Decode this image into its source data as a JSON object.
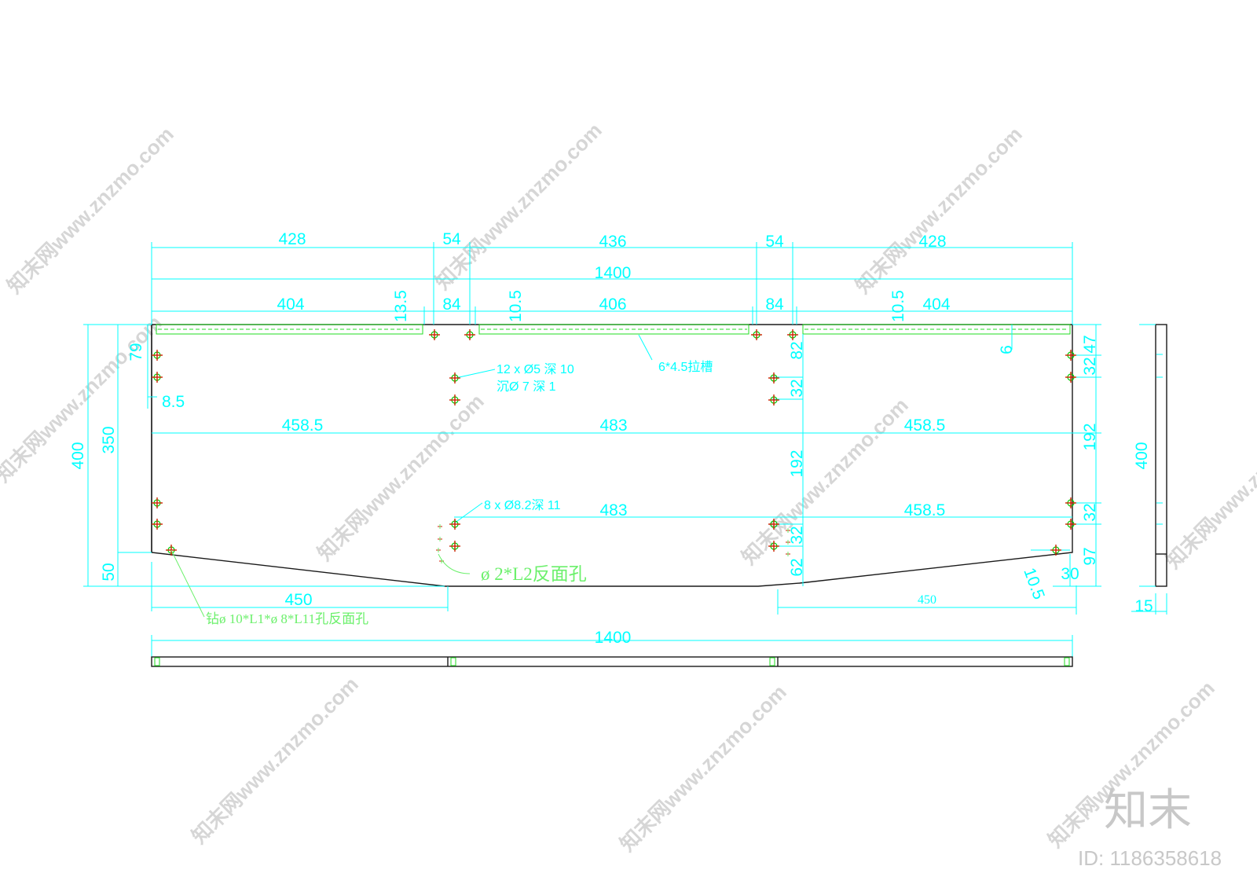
{
  "watermark": {
    "text": "知末网www.znzmo.com"
  },
  "brand": {
    "logo": "知末",
    "id": "ID: 1186358618"
  },
  "top_dims": {
    "d428a": "428",
    "d54a": "54",
    "d436": "436",
    "d54b": "54",
    "d428b": "428",
    "total": "1400",
    "d404a": "404",
    "d84a": "84",
    "d406": "406",
    "d84b": "84",
    "d404b": "404",
    "d13_5": "13.5",
    "d10_5a": "10.5",
    "d10_5b": "10.5"
  },
  "left_dims": {
    "d400": "400",
    "d350": "350",
    "d79": "79",
    "d50": "50",
    "d8_5": "8.5"
  },
  "mid_dims": {
    "d458_5a": "458.5",
    "d483a": "483",
    "d458_5b": "458.5",
    "d483b": "483",
    "d458_5c": "458.5",
    "d82": "82",
    "d32a": "32",
    "d192a": "192",
    "d32b": "32",
    "d62": "62",
    "d6": "6"
  },
  "right_dims": {
    "d47": "47",
    "d32a": "32",
    "d192": "192",
    "d32b": "32",
    "d97": "97",
    "d30": "30",
    "d10_5": "10.5"
  },
  "bottom_dims": {
    "d450a": "450",
    "d450b": "450",
    "total": "1400"
  },
  "side_view": {
    "height": "400",
    "thickness": "15"
  },
  "notes": {
    "holes12": "12 x Ø5 深  10",
    "holes12b": "沉Ø 7 深  1",
    "slot": "6*4.5拉槽",
    "holes8": "8 x Ø8.2深  11",
    "back_hole": "ø 2*L2反面孔",
    "drill": "钻ø 10*L1*ø 8*L11孔反面孔"
  },
  "colors": {
    "dimension": "#00ffff",
    "annotation": "#6cf06c",
    "outline": "#1a1a1a",
    "hole_center": "#cc2200",
    "hole_ring": "#00cc00"
  }
}
